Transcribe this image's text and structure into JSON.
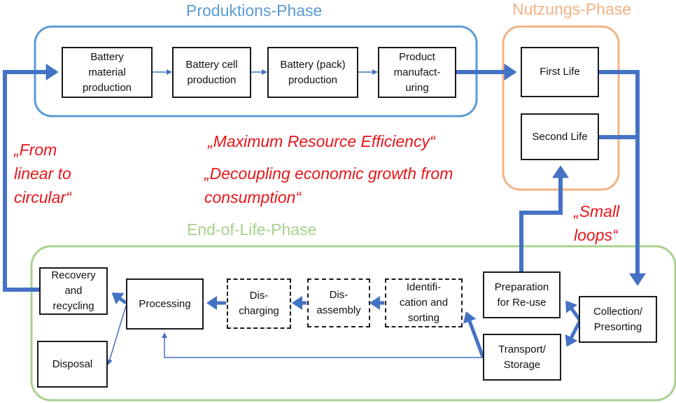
{
  "colors": {
    "production": "#5b9bd5",
    "usage": "#f4b183",
    "end_of_life": "#a9d18e",
    "arrow": "#4472c4",
    "quote": "#e8151b",
    "box_border": "#1a1a1a"
  },
  "phases": {
    "production": {
      "title": "Produktions-Phase"
    },
    "usage": {
      "title": "Nutzungs-Phase"
    },
    "end_of_life": {
      "title": "End-of-Life-Phase"
    }
  },
  "boxes": {
    "battery_material": "Battery\nmaterial\nproduction",
    "battery_cell": "Battery cell\nproduction",
    "battery_pack": "Battery (pack)\nproduction",
    "product_manufacturing": "Product\nmanufact-\nuring",
    "first_life": "First Life",
    "second_life": "Second Life",
    "recovery_recycling": "Recovery\nand\nrecycling",
    "disposal": "Disposal",
    "processing": "Processing",
    "discharging": "Dis-\ncharging",
    "disassembly": "Dis-\nassembly",
    "identification_sorting": "Identifi-\ncation and\nsorting",
    "preparation_reuse": "Preparation\nfor Re-use",
    "transport_storage": "Transport/\nStorage",
    "collection_presorting": "Collection/\nPresorting"
  },
  "quotes": {
    "linear_to_circular": "„From\nlinear to\ncircular“",
    "max_resource_efficiency": "„Maximum Resource Efficiency“",
    "decoupling": "„Decoupling economic growth from\nconsumption“",
    "small_loops": "„Small\nloops“"
  }
}
